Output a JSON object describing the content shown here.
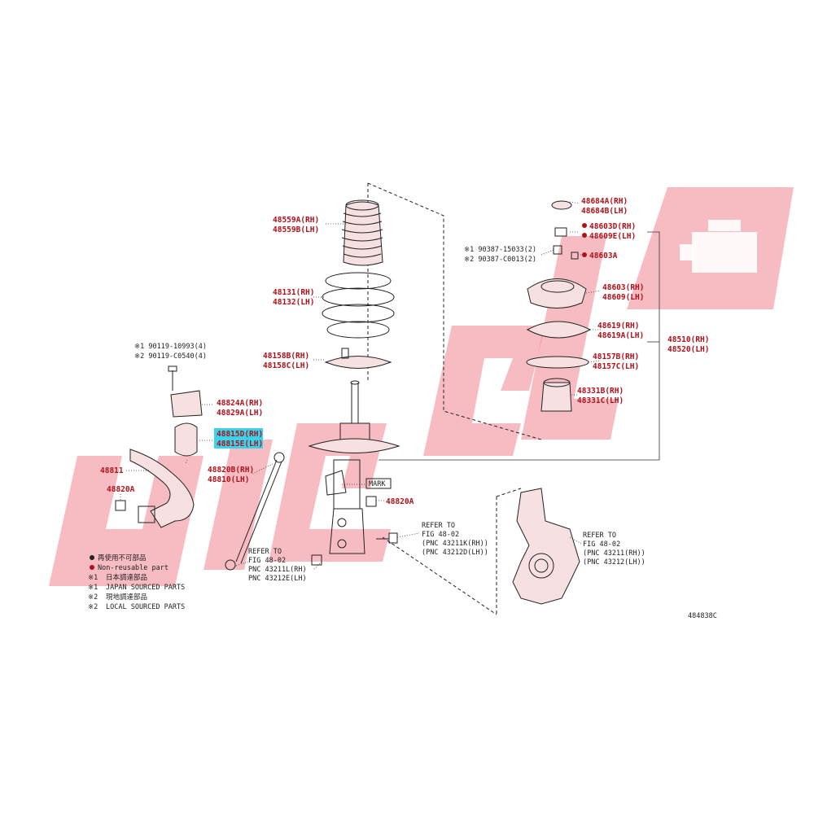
{
  "labels": {
    "bump_stopper": [
      "48559A(RH)",
      "48559B(LH)"
    ],
    "coil_spring": [
      "48131(RH)",
      "48132(LH)"
    ],
    "spring_seat_lower": [
      "48158B(RH)",
      "48158C(LH)"
    ],
    "bush_bracket_note1": "※1 90119-10993(4)",
    "bush_bracket_note2": "※2 90119-C0540(4)",
    "bracket": [
      "48824A(RH)",
      "48829A(LH)"
    ],
    "bushing_selected": [
      "48815D(RH)",
      "48815E(LH)"
    ],
    "stabilizer_bar": "48811",
    "nut_left": "48820A",
    "stabilizer_link": [
      "48820B(RH)",
      "48810(LH)"
    ],
    "mark": "MARK",
    "nut_strut": "48820A",
    "cap": [
      "48684A(RH)",
      "48684B(LH)"
    ],
    "nut_top": [
      "48603D(RH)",
      "48609E(LH)"
    ],
    "bolt_note1": "※1 90387-15033(2)",
    "bolt_note2": "※2 90387-C0013(2)",
    "bolt_top": "48603A",
    "support": [
      "48603(RH)",
      "48609(LH)"
    ],
    "bearing": [
      "48619(RH)",
      "48619A(LH)"
    ],
    "spring_seat_upper": [
      "48157B(RH)",
      "48157C(LH)"
    ],
    "insulator": [
      "48331B(RH)",
      "48331C(LH)"
    ],
    "strut_assy": [
      "48510(RH)",
      "48520(LH)"
    ],
    "refer_link": [
      "REFER TO",
      "FIG 48-02",
      "PNC 43211L(RH)",
      "PNC 43212E(LH)"
    ],
    "refer_bolt": [
      "REFER TO",
      "FIG 48-02",
      "(PNC 43211K(RH))",
      "(PNC 43212D(LH))"
    ],
    "refer_knuckle": [
      "REFER TO",
      "FIG 48-02",
      "(PNC 43211(RH))",
      "(PNC 43212(LH))"
    ],
    "code": "484838C"
  },
  "legend": [
    {
      "marker": "●",
      "text": "再使用不可部品"
    },
    {
      "marker": "●",
      "text": "Non-reusable part"
    },
    {
      "marker": "※1",
      "text": "日本調達部品"
    },
    {
      "marker": "※1",
      "text": "JAPAN SOURCED PARTS"
    },
    {
      "marker": "※2",
      "text": "現地調達部品"
    },
    {
      "marker": "※2",
      "text": "LOCAL SOURCED PARTS"
    }
  ],
  "colors": {
    "label": "#b0101a",
    "highlight": "#39d4ea",
    "watermark": "#f07a86"
  }
}
